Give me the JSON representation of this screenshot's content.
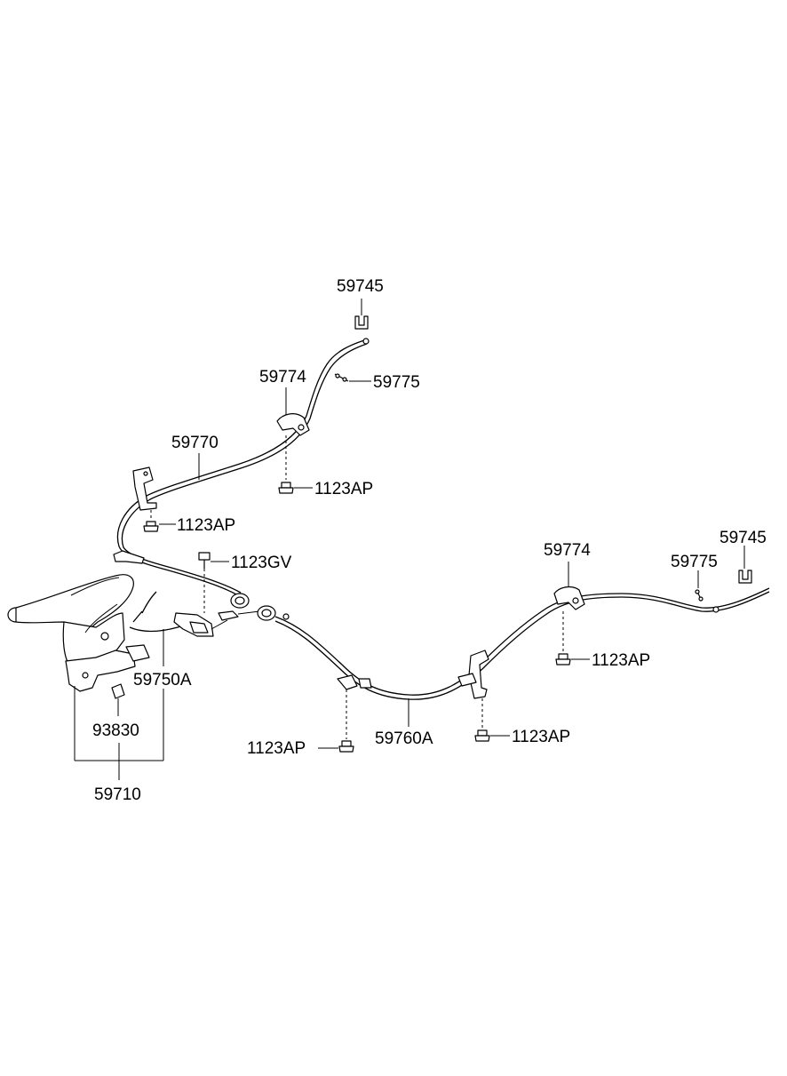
{
  "labels": {
    "p59745_a": "59745",
    "p59775_a": "59775",
    "p59774_a": "59774",
    "p59770": "59770",
    "p1123ap_a": "1123AP",
    "p1123ap_b": "1123AP",
    "p1123gv": "1123GV",
    "p59750a": "59750A",
    "p93830": "93830",
    "p59710": "59710",
    "p59774_b": "59774",
    "p59745_b": "59745",
    "p59775_b": "59775",
    "p1123ap_c": "1123AP",
    "p1123ap_d": "1123AP",
    "p1123ap_e": "1123AP",
    "p59760a": "59760A"
  }
}
